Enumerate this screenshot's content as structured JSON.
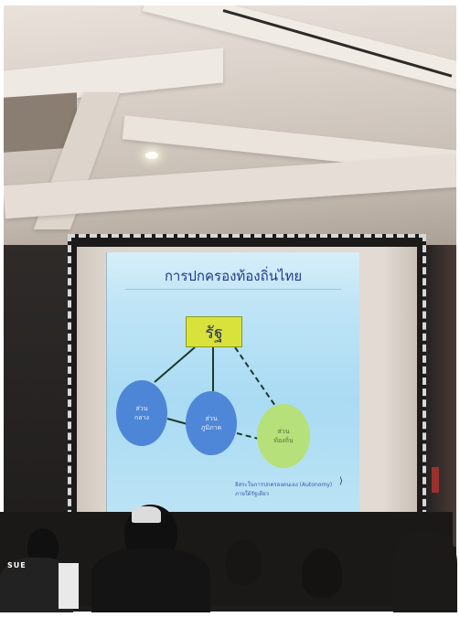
{
  "slide": {
    "title": "การปกครองท้องถิ่นไทย",
    "state_label": "รัฐ",
    "nodes": {
      "central": [
        "ส่วน",
        "กลาง"
      ],
      "regional": [
        "ส่วน",
        "ภูมิภาค"
      ],
      "local": [
        "ส่วน",
        "ท้องถิ่น"
      ]
    },
    "caption_line1": "อิสระในการปกครองตนเอง (Autonomy)",
    "caption_line2": "ภายใต้รัฐเดียว"
  },
  "foreground": {
    "badge_text": "SUE"
  },
  "colors": {
    "slide_bg": "#bfe4f6",
    "state_box": "#d9e23a",
    "node_blue": "#4d86d6",
    "node_green": "#b6e07a",
    "title": "#1c3a8a"
  }
}
